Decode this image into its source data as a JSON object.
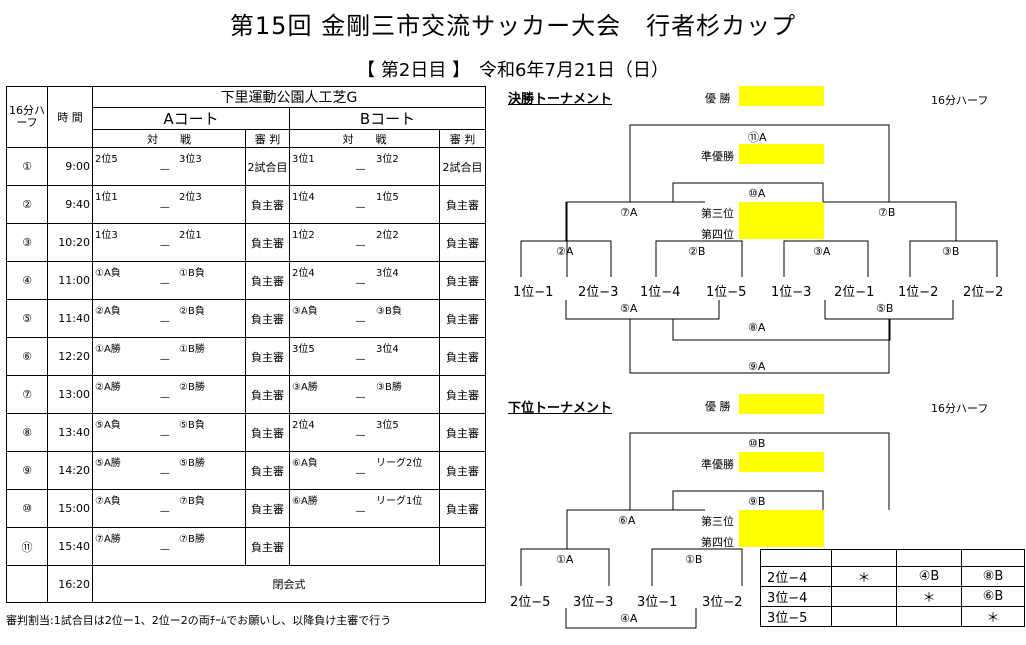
{
  "title": "第15回 金剛三市交流サッカー大会　行者杉カップ",
  "subtitle": "【 第2日目 】　令和6年7月21日（日）",
  "venue": "下里運動公園人工芝G",
  "header": {
    "half": "16分ハーフ",
    "time": "時 間",
    "court_a": "Aコート",
    "court_b": "Bコート",
    "match": "対　　戦",
    "ref": "審 判"
  },
  "rows": [
    {
      "no": "①",
      "time": "9:00",
      "a1": "2位5",
      "a2": "3位3",
      "aref": "2試合目",
      "b1": "3位1",
      "b2": "3位2",
      "bref": "2試合目"
    },
    {
      "no": "②",
      "time": "9:40",
      "a1": "1位1",
      "a2": "2位3",
      "aref": "負主審",
      "b1": "1位4",
      "b2": "1位5",
      "bref": "負主審"
    },
    {
      "no": "③",
      "time": "10:20",
      "a1": "1位3",
      "a2": "2位1",
      "aref": "負主審",
      "b1": "1位2",
      "b2": "2位2",
      "bref": "負主審"
    },
    {
      "no": "④",
      "time": "11:00",
      "a1": "①A負",
      "a2": "①B負",
      "aref": "負主審",
      "b1": "2位4",
      "b2": "3位4",
      "bref": "負主審"
    },
    {
      "no": "⑤",
      "time": "11:40",
      "a1": "②A負",
      "a2": "②B負",
      "aref": "負主審",
      "b1": "③A負",
      "b2": "③B負",
      "bref": "負主審"
    },
    {
      "no": "⑥",
      "time": "12:20",
      "a1": "①A勝",
      "a2": "①B勝",
      "aref": "負主審",
      "b1": "3位5",
      "b2": "3位4",
      "bref": "負主審"
    },
    {
      "no": "⑦",
      "time": "13:00",
      "a1": "②A勝",
      "a2": "②B勝",
      "aref": "負主審",
      "b1": "③A勝",
      "b2": "③B勝",
      "bref": "負主審"
    },
    {
      "no": "⑧",
      "time": "13:40",
      "a1": "⑤A負",
      "a2": "⑤B負",
      "aref": "負主審",
      "b1": "2位4",
      "b2": "3位5",
      "bref": "負主審"
    },
    {
      "no": "⑨",
      "time": "14:20",
      "a1": "⑤A勝",
      "a2": "⑤B勝",
      "aref": "負主審",
      "b1": "⑥A負",
      "b2": "リーグ2位",
      "bref": "負主審"
    },
    {
      "no": "⑩",
      "time": "15:00",
      "a1": "⑦A負",
      "a2": "⑦B負",
      "aref": "負主審",
      "b1": "⑥A勝",
      "b2": "リーグ1位",
      "bref": "負主審"
    },
    {
      "no": "⑪",
      "time": "15:40",
      "a1": "⑦A勝",
      "a2": "⑦B勝",
      "aref": "負主審",
      "b1": "",
      "b2": "",
      "bref": ""
    }
  ],
  "closing": {
    "time": "16:20",
    "label": "閉会式"
  },
  "dash": "—",
  "footnote": "審判割当:1試合目は2位ー1、2位ー2の両ﾁｰﾑでお願いし、以降負け主審で行う",
  "upper": {
    "label": "決勝トーナメント",
    "half": "16分ハーフ",
    "champion": "優 勝",
    "runnerup": "準優勝",
    "third": "第三位",
    "fourth": "第四位",
    "m11A": "⑪A",
    "m10A": "⑩A",
    "m7A": "⑦A",
    "m7B": "⑦B",
    "m2A": "②A",
    "m2B": "②B",
    "m3A": "③A",
    "m3B": "③B",
    "m5A": "⑤A",
    "m5B": "⑤B",
    "m8A": "⑧A",
    "m9A": "⑨A",
    "teams": [
      "1位−1",
      "2位−3",
      "1位−4",
      "1位−5",
      "1位−3",
      "2位−1",
      "1位−2",
      "2位−2"
    ]
  },
  "lower": {
    "label": "下位トーナメント",
    "half": "16分ハーフ",
    "champion": "優 勝",
    "runnerup": "準優勝",
    "third": "第三位",
    "fourth": "第四位",
    "m10B": "⑩B",
    "m9B": "⑨B",
    "m6A": "⑥A",
    "m1A": "①A",
    "m1B": "①B",
    "m4A": "④A",
    "teams": [
      "2位−5",
      "3位−3",
      "3位−1",
      "3位−2"
    ]
  },
  "standing": {
    "rows": [
      [
        "2位−4",
        "＊",
        "④B",
        "⑧B"
      ],
      [
        "3位−4",
        "",
        "＊",
        "⑥B"
      ],
      [
        "3位−5",
        "",
        "",
        "＊"
      ]
    ]
  }
}
